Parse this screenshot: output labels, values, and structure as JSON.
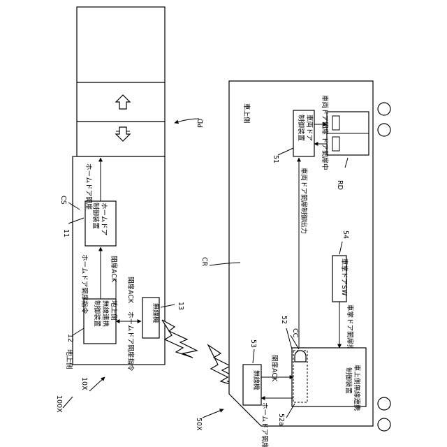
{
  "ground": {
    "side_label": "地上側",
    "system_ref": "100X",
    "equipment_ref": "10X",
    "station_label": "CS",
    "platform_door_ref": "PD",
    "home_door_controller": {
      "ref": "11",
      "line1": "ホームドア",
      "line2": "制御装置"
    },
    "ground_link_controller": {
      "ref": "12",
      "line1": "地上側",
      "line2": "無線連携",
      "line3": "制御装置"
    },
    "radio": {
      "ref": "13",
      "label": "無線機"
    },
    "signals": {
      "home_door_open_close": "ホームドア開扉",
      "home_door_command": "ホームドア開扉指令",
      "open_close_ack": "開扉ACK",
      "open_close_ack_2": "開扉ACK",
      "home_door_command_2": "ホームドア開扉指令"
    }
  },
  "vehicle": {
    "side_label": "車上側",
    "system_ref": "50X",
    "car_label": "CR",
    "door_ref": "RD",
    "vehicle_door_controller": {
      "ref": "51",
      "line1": "車両ドア",
      "line2": "制御装置"
    },
    "onboard_link_controller": {
      "ref": "52",
      "line1": "車上側無線連携",
      "line2": "制御装置"
    },
    "sub_ref": "52a",
    "cc_ref": "CC",
    "radio": {
      "ref": "53",
      "label": "無線機"
    },
    "driver_switch": {
      "ref": "54",
      "label": "車掌ドアSW"
    },
    "signals": {
      "vehicle_door_open_close": "車両ドア開扉",
      "door_open_closing": "ドア開扉中",
      "vehicle_door_control_output": "車両ドア開扉制御出力",
      "conductor_door_command": "車掌ドア開扉指令",
      "open_close_ack": "開扉ACK",
      "home_door_command": "ホームドア開扉指令"
    }
  }
}
